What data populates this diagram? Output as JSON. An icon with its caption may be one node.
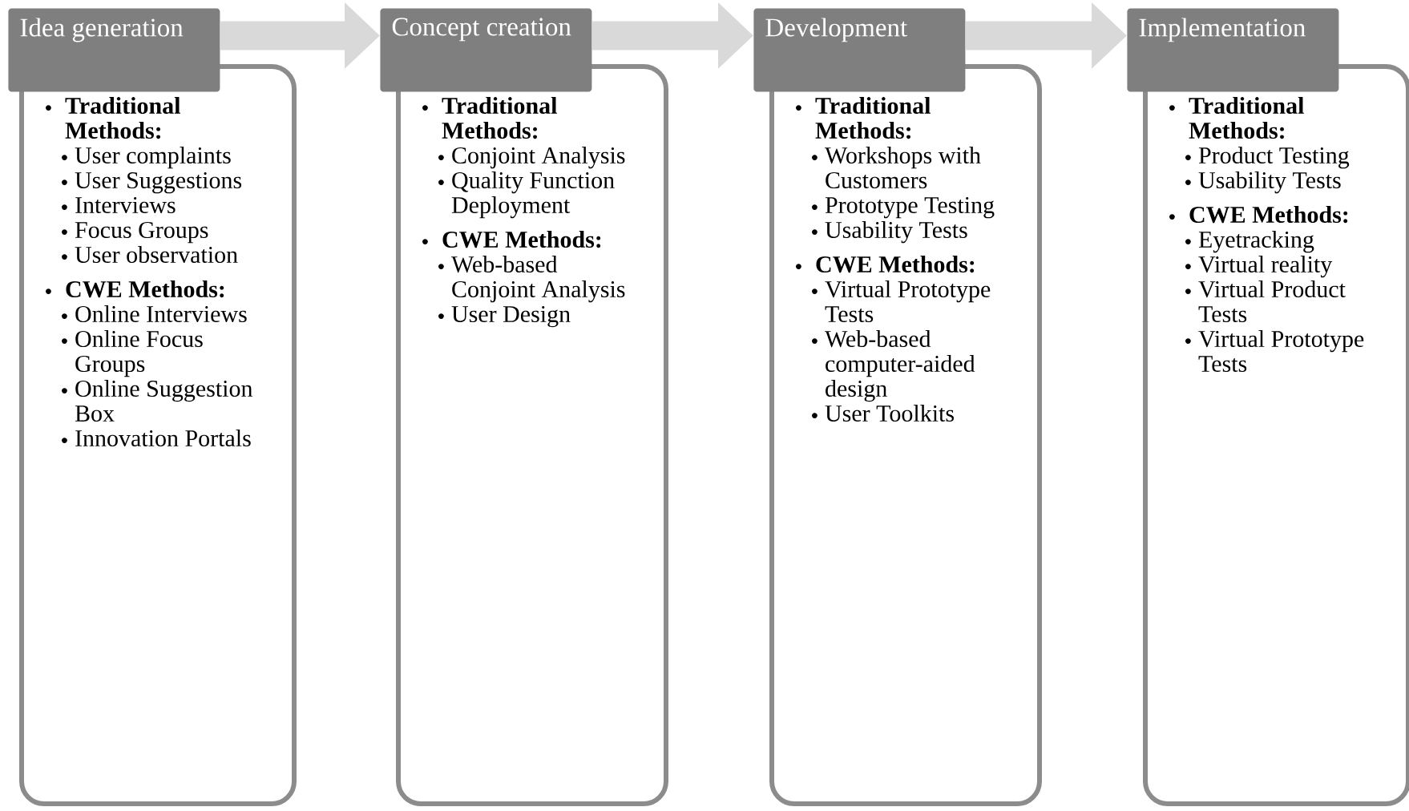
{
  "diagram": {
    "nodes": [
      {
        "text": [
          "Idea generation"
        ]
      },
      {
        "text": [
          "Traditional Methods:",
          "User complaints",
          "User Suggestions",
          "Interviews",
          "Focus Groups",
          "User observation",
          "CWE Methods:",
          "Online Interviews",
          "Online Focus Groups",
          "Online Suggestion Box",
          "Innovation Portals"
        ]
      },
      {
        "text": [
          "Concept creation"
        ]
      },
      {
        "text": [
          "Traditional Methods:",
          "Conjoint Analysis",
          "Quality Function Deployment",
          "CWE Methods:",
          "Web-based Conjoint Analysis",
          "User Design"
        ]
      },
      {
        "text": [
          "Development"
        ]
      },
      {
        "text": [
          "Traditional Methods:",
          "Workshops with Customers",
          "Prototype Testing",
          "Usability Tests",
          "CWE Methods:",
          "Virtual Prototype Tests",
          "Web-based computer-aided design",
          "User Toolkits"
        ]
      },
      {
        "text": [
          "Implementation"
        ]
      },
      {
        "text": [
          "Traditional Methods:",
          "Product Testing",
          "Usability Tests",
          "CWE Methods:",
          "Eyetracking",
          "Virtual reality",
          "Virtual Product Tests",
          "Virtual Prototype Tests"
        ]
      }
    ],
    "edges": [
      {
        "from": 0,
        "to": 2,
        "arrow": "to"
      },
      {
        "from": 2,
        "to": 4,
        "arrow": "to"
      },
      {
        "from": 4,
        "to": 6,
        "arrow": "to"
      }
    ]
  }
}
